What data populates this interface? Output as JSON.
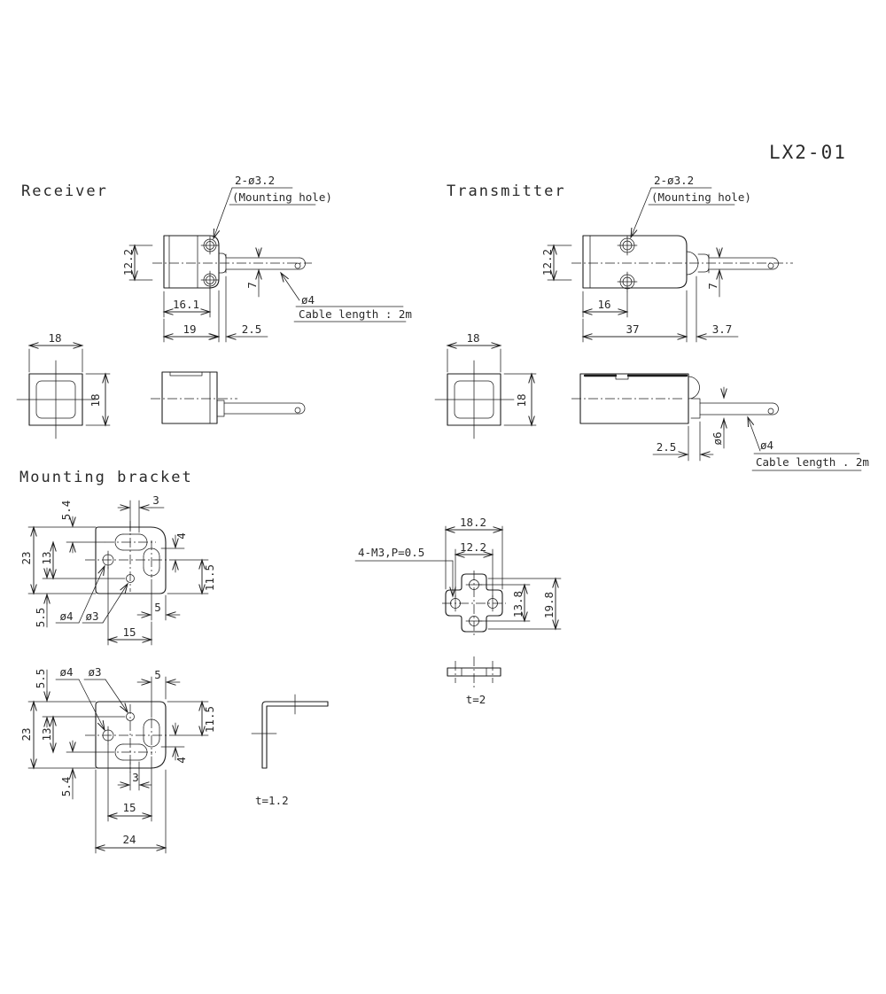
{
  "title": "LX2-01",
  "colors": {
    "line": "#1c1c1c",
    "background": "#ffffff"
  },
  "receiver": {
    "label": "Receiver",
    "callout_line1": "2-ø3.2",
    "callout_line2": "(Mounting hole)",
    "dim_body_height": "12.2",
    "dim_hole_offset": "16.1",
    "dim_body_length": "19",
    "dim_tail": "2.5",
    "dim_cable_offset": "7",
    "cable_dia": "ø4",
    "cable_note": "Cable length : 2m",
    "front_width": "18",
    "front_height": "18"
  },
  "transmitter": {
    "label": "Transmitter",
    "callout_line1": "2-ø3.2",
    "callout_line2": "(Mounting hole)",
    "dim_body_height": "12.2",
    "dim_hole_offset": "16",
    "dim_body_length": "37",
    "dim_tail": "3.7",
    "dim_cable_offset": "7",
    "front_width": "18",
    "front_height": "18",
    "dim_side_tail": "2.5",
    "dim_boot_dia": "ø6",
    "cable_dia": "ø4",
    "cable_note": "Cable length . 2m"
  },
  "bracket": {
    "label": "Mounting bracket",
    "plate_top": {
      "d_slot_offset": "5.4",
      "d_slot": "3",
      "d_height": "23",
      "d_hole_span": "13",
      "d_slot_v": "4",
      "d_slot_v_pos": "11.5",
      "d_hole_edge": "5.5",
      "hole_big": "ø4",
      "hole_small": "ø3",
      "d_slot_edge": "5",
      "d_hole_pitch": "15"
    },
    "plate_bottom": {
      "d_hole_edge": "5.5",
      "hole_big": "ø4",
      "hole_small": "ø3",
      "d_slot_edge": "5",
      "d_height": "23",
      "d_hole_span": "13",
      "d_slot_v_pos": "11.5",
      "d_slot_v": "4",
      "d_slot_offset": "5.4",
      "d_slot": "3",
      "d_hole_pitch": "15",
      "d_width": "24"
    },
    "angle": {
      "thickness": "t=1.2"
    },
    "nut_plate": {
      "callout": "4-M3,P=0.5",
      "d_width": "18.2",
      "d_hole_pitch_x": "12.2",
      "d_hole_pitch_y": "13.8",
      "d_height": "19.8",
      "thickness": "t=2"
    }
  }
}
